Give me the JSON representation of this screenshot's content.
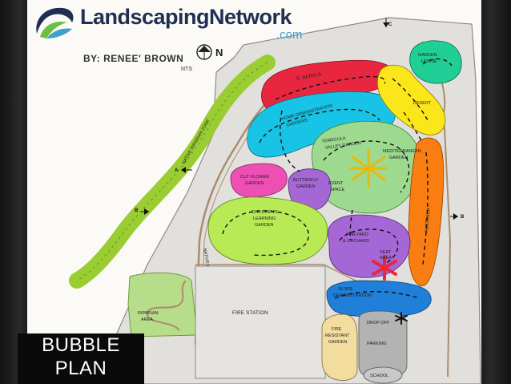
{
  "logo": {
    "brand": "LandscapingNetwork",
    "domain": ".com",
    "icon": "leaf-swirl-icon",
    "colors": {
      "navy": "#1e2f52",
      "teal": "#3fa0c8",
      "green": "#6ebd45"
    }
  },
  "author": "BY: RENEE' BROWN",
  "scale_note": "NTS",
  "north_label": "N",
  "caption": {
    "line1": "BUBBLE",
    "line2": "PLAN"
  },
  "section_markers": {
    "a": "A",
    "b_left": "B",
    "b_right": "B",
    "c": "C"
  },
  "hedge_label": "NATIVE RIPARIAN ZONE",
  "hedge_label_lower": "NATIVE RIPARIAN ZONE",
  "zones": {
    "s_africa": "S. AFRICA",
    "home_demo_1": "HOME DEMONSTRATION",
    "home_demo_2": "GARDENS",
    "garden_house_1": "GARDEN",
    "garden_house_2": "HOUSE",
    "desert": "DESERT",
    "temecula_1": "TEMECULA",
    "temecula_2": "VALLEY GARDEN",
    "med_1": "MEDITERRANEAN",
    "med_2": "GARDEN",
    "event_1": "EVENT",
    "event_2": "SPACE",
    "australia": "AUSTRALIA",
    "cut_flower_1": "CUT FLOWER",
    "cut_flower_2": "GARDEN",
    "butterfly_1": "BUTTERFLY",
    "butterfly_2": "GARDEN",
    "childrens_1": "CHILDREN'S",
    "childrens_2": "LEARNING",
    "childrens_3": "GARDEN",
    "vineyard_1": "VINEYARD",
    "vineyard_2": "& ORCHARD",
    "slope_1": "SLOPE",
    "slope_2": "DEMONSTRATION",
    "riparian_1": "RIPARIAN",
    "riparian_2": "AREA",
    "fire_station": "FIRE STATION",
    "fire_resistant_1": "FIRE",
    "fire_resistant_2": "RESISTANT",
    "fire_resistant_3": "GARDEN",
    "drop_off": "DROP OFF",
    "parking": "PARKING",
    "school": "SCHOOL",
    "small_1": "SEAT",
    "small_2": "AREA"
  },
  "colors": {
    "red": "#e8263f",
    "cyan": "#18c4e6",
    "yellow": "#fbe61a",
    "teal_green": "#20cf95",
    "light_green": "#9dd98f",
    "orange": "#f97d11",
    "pink": "#ee4fb3",
    "purple": "#a467d5",
    "lime": "#b8ea55",
    "blue": "#1f7fd9",
    "tan": "#f2dc9e",
    "gray": "#b3b3b3",
    "hedge": "#9acd32"
  }
}
